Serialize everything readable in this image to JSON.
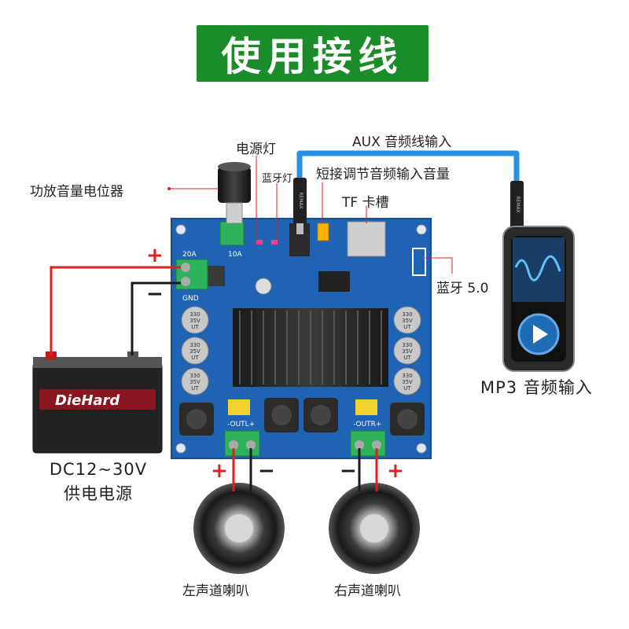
{
  "title": "使用接线",
  "labels": {
    "potentiometer": "功放音量电位器",
    "power_light": "电源灯",
    "bluetooth_light": "蓝牙灯",
    "aux_input": "AUX 音频线输入",
    "short_volume": "短接调节音频输入音量",
    "tf_slot": "TF 卡槽",
    "bluetooth": "蓝牙 5.0",
    "mp3_input": "MP3 音频输入",
    "power_supply_line1": "DC12~30V",
    "power_supply_line2": "供电电源",
    "left_speaker": "左声道喇叭",
    "right_speaker": "右声道喇叭"
  },
  "polarity": {
    "plus": "+",
    "minus": "−"
  },
  "board": {
    "power_rating": "20A",
    "gnd": "GND",
    "fuse": "10A",
    "outl": "-OUTL+",
    "outr": "-OUTR+",
    "capacitor_text": [
      "330",
      "35V",
      "UT"
    ]
  },
  "battery": {
    "brand": "DieHard"
  },
  "jack_brand": "REMAX",
  "colors": {
    "banner": "#1b8c2a",
    "pcb": "#1f63b4",
    "plus": "#e0201c",
    "minus": "#1a1a1a",
    "aux_cable": "#2a8fe0",
    "terminal": "#2fb35a"
  }
}
